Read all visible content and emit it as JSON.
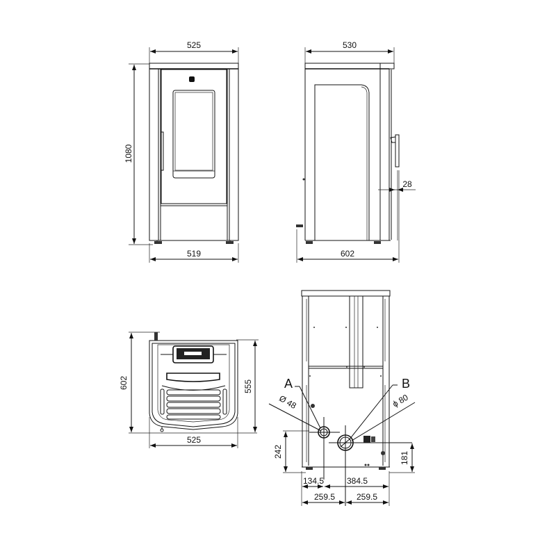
{
  "drawing": {
    "subject": "Pellet stove dimensional drawing",
    "units": "mm",
    "views": {
      "front": {
        "width_top": "525",
        "width_bottom": "519",
        "height": "1080"
      },
      "side": {
        "depth_top": "530",
        "depth_total": "602",
        "door_offset": "28"
      },
      "top": {
        "width": "525",
        "depth_total": "602",
        "depth_body": "555"
      },
      "rear": {
        "label_a": "A",
        "label_b": "B",
        "diameter_a": "Ø 48",
        "diameter_b": "ϕ 80",
        "height_a": "242",
        "height_b": "181",
        "offset_left": "134.5",
        "offset_right": "384.5",
        "half_left": "259.5",
        "half_right": "259.5"
      }
    }
  }
}
